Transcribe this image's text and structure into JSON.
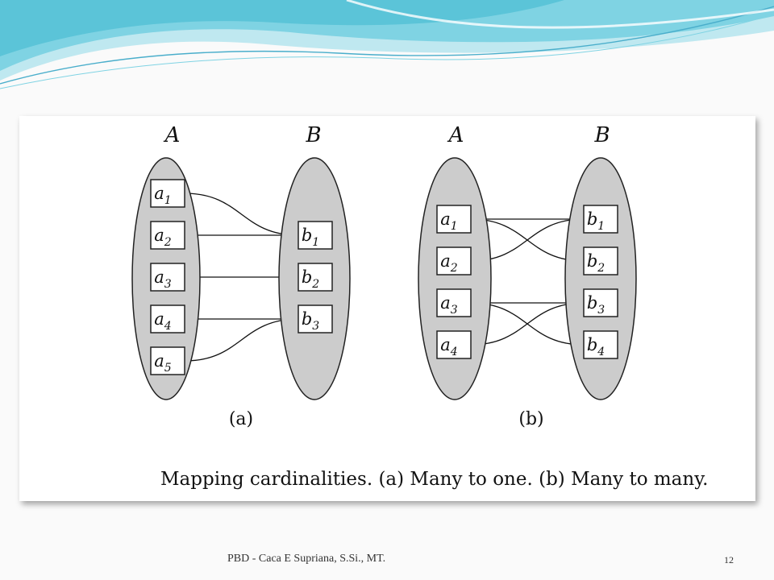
{
  "diagram": {
    "part_a": {
      "set_a_label": "A",
      "set_b_label": "B",
      "set_a_elements": [
        {
          "var": "a",
          "sub": "1"
        },
        {
          "var": "a",
          "sub": "2"
        },
        {
          "var": "a",
          "sub": "3"
        },
        {
          "var": "a",
          "sub": "4"
        },
        {
          "var": "a",
          "sub": "5"
        }
      ],
      "set_b_elements": [
        {
          "var": "b",
          "sub": "1"
        },
        {
          "var": "b",
          "sub": "2"
        },
        {
          "var": "b",
          "sub": "3"
        }
      ],
      "mappings": [
        [
          0,
          0
        ],
        [
          1,
          0
        ],
        [
          2,
          1
        ],
        [
          3,
          2
        ],
        [
          4,
          2
        ]
      ],
      "label": "(a)"
    },
    "part_b": {
      "set_a_label": "A",
      "set_b_label": "B",
      "set_a_elements": [
        {
          "var": "a",
          "sub": "1"
        },
        {
          "var": "a",
          "sub": "2"
        },
        {
          "var": "a",
          "sub": "3"
        },
        {
          "var": "a",
          "sub": "4"
        }
      ],
      "set_b_elements": [
        {
          "var": "b",
          "sub": "1"
        },
        {
          "var": "b",
          "sub": "2"
        },
        {
          "var": "b",
          "sub": "3"
        },
        {
          "var": "b",
          "sub": "4"
        }
      ],
      "mappings": [
        [
          0,
          0
        ],
        [
          0,
          1
        ],
        [
          1,
          0
        ],
        [
          2,
          2
        ],
        [
          2,
          3
        ],
        [
          3,
          2
        ]
      ],
      "label": "(b)"
    },
    "caption": "Mapping cardinalities. (a) Many to one. (b) Many to many."
  },
  "footer": {
    "author": "PBD - Caca E Supriana, S.Si., MT.",
    "slide_number": "12"
  },
  "colors": {
    "set_fill": "#cccccc",
    "wave_primary": "#5bc4d8",
    "wave_light": "#bfe8f0"
  }
}
